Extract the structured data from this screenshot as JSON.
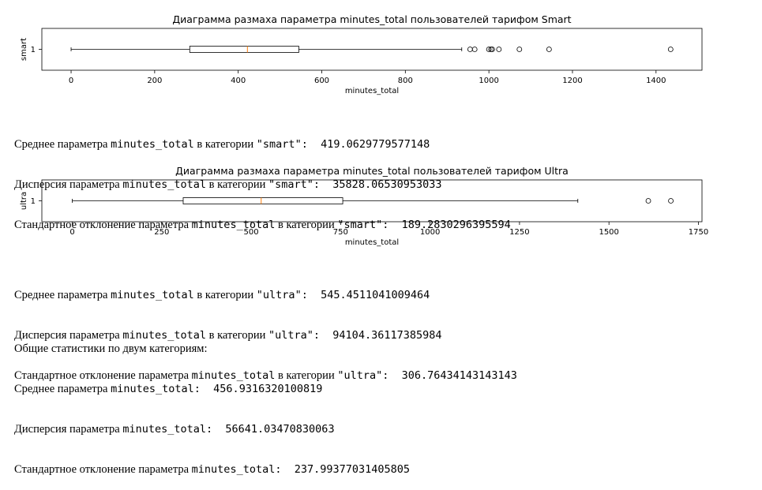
{
  "chart_data": [
    {
      "type": "boxplot",
      "title": "Диаграмма размаха параметра minutes_total пользователей тарифом Smart",
      "xlabel": "minutes_total",
      "ylabel": "smart",
      "y_tick": "1",
      "xlim": [
        -70,
        1510
      ],
      "xticks": [
        0,
        200,
        400,
        600,
        800,
        1000,
        1200,
        1400
      ],
      "box": {
        "whisker_low": 0,
        "q1": 284,
        "median": 422,
        "q3": 545,
        "whisker_high": 935
      },
      "outliers": [
        955,
        966,
        1000,
        1005,
        1008,
        1024,
        1073,
        1144,
        1435
      ],
      "colors": {
        "box": "#000000",
        "median": "#ff7f0e"
      }
    },
    {
      "type": "boxplot",
      "title": "Диаграмма размаха параметра minutes_total пользователей тарифом Ultra",
      "xlabel": "minutes_total",
      "ylabel": "ultra",
      "y_tick": "1",
      "xlim": [
        -85,
        1760
      ],
      "xticks": [
        0,
        250,
        500,
        750,
        1000,
        1250,
        1500,
        1750
      ],
      "box": {
        "whisker_low": 0,
        "q1": 310,
        "median": 528,
        "q3": 756,
        "whisker_high": 1413
      },
      "outliers": [
        1610,
        1673
      ],
      "colors": {
        "box": "#000000",
        "median": "#ff7f0e"
      }
    }
  ],
  "stats_smart": {
    "mean": {
      "prefix": "Среднее параметра ",
      "param": "minutes_total",
      "mid": " в категории ",
      "cat": "\"smart\":",
      "value": "  419.0629779577148"
    },
    "var": {
      "prefix": "Дисперсия параметра ",
      "param": "minutes_total",
      "mid": " в категории ",
      "cat": "\"smart\":",
      "value": "  35828.06530953033"
    },
    "std": {
      "prefix": "Стандартное отклонение параметра ",
      "param": "minutes_total",
      "mid": " в категории ",
      "cat": "\"smart\":",
      "value": "  189.2830296395594"
    }
  },
  "stats_ultra": {
    "mean": {
      "prefix": "Среднее параметра ",
      "param": "minutes_total",
      "mid": " в категории ",
      "cat": "\"ultra\":",
      "value": "  545.4511041009464"
    },
    "var": {
      "prefix": "Дисперсия параметра ",
      "param": "minutes_total",
      "mid": " в категории ",
      "cat": "\"ultra\":",
      "value": "  94104.36117385984"
    },
    "std": {
      "prefix": "Стандартное отклонение параметра ",
      "param": "minutes_total",
      "mid": " в категории ",
      "cat": "\"ultra\":",
      "value": "  306.76434143143143"
    }
  },
  "stats_total": {
    "heading": "Общие статистики по двум категориям:",
    "mean": {
      "prefix": "Среднее параметра ",
      "param": "minutes_total:",
      "value": "  456.9316320100819"
    },
    "var": {
      "prefix": "Дисперсия параметра ",
      "param": "minutes_total:",
      "value": "  56641.03470830063"
    },
    "std": {
      "prefix": "Стандартное отклонение параметра ",
      "param": "minutes_total:",
      "value": "  237.99377031405805"
    }
  }
}
